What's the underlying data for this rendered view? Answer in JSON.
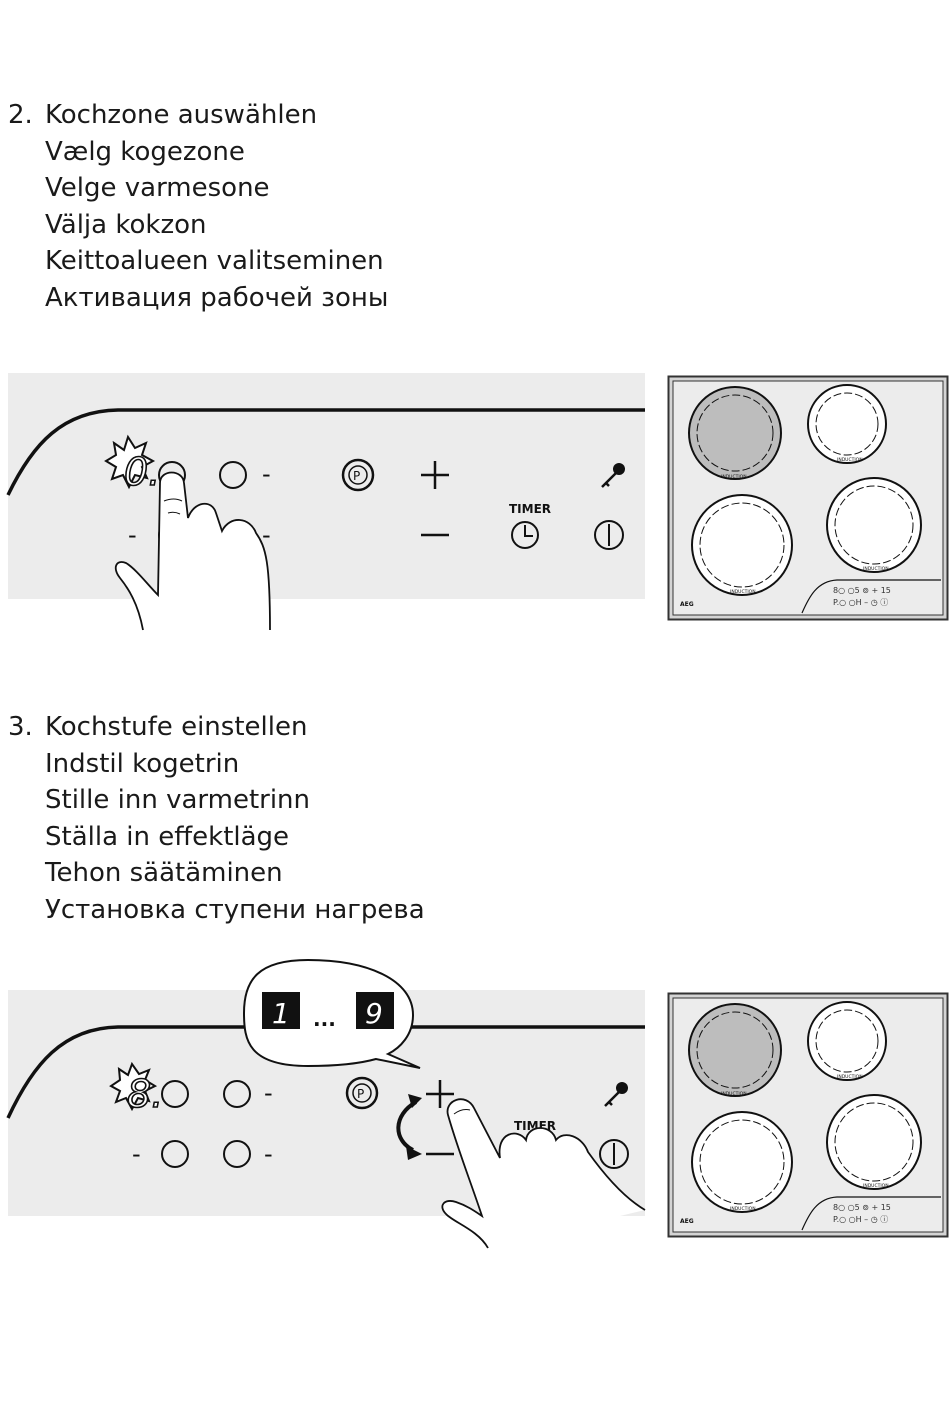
{
  "step2": {
    "number": "2.",
    "lines": [
      "Kochzone auswählen",
      "Vælg kogezone",
      "Velge varmesone",
      "Välja kokzon",
      "Keittoalueen valitseminen",
      "Активация рабочей зоны"
    ]
  },
  "step3": {
    "number": "3.",
    "lines": [
      "Kochstufe einstellen",
      "Indstil kogetrin",
      "Stille inn varmetrinn",
      "Ställa in effektläge",
      "Tehon säätäminen",
      "Установка ступени нагрева"
    ]
  },
  "panel2": {
    "display_digit": "0.",
    "minus_label": "-",
    "timer_label": "TIMER"
  },
  "panel3": {
    "display_digit": "8.",
    "minus_label": "-",
    "timer_label": "TIMER",
    "callout_min": "1",
    "callout_sep": "...",
    "callout_max": "9"
  },
  "hob": {
    "zone_label": "INDUCTION",
    "brand": "AEG",
    "mini_row1": "8○ ○5   ⊚  +  15",
    "mini_row2": "P.○ ○H      –  ◷  ⓘ"
  },
  "colors": {
    "panel_bg": "#ececec",
    "active_zone": "#bdbdbd",
    "display_bg": "#111111"
  }
}
